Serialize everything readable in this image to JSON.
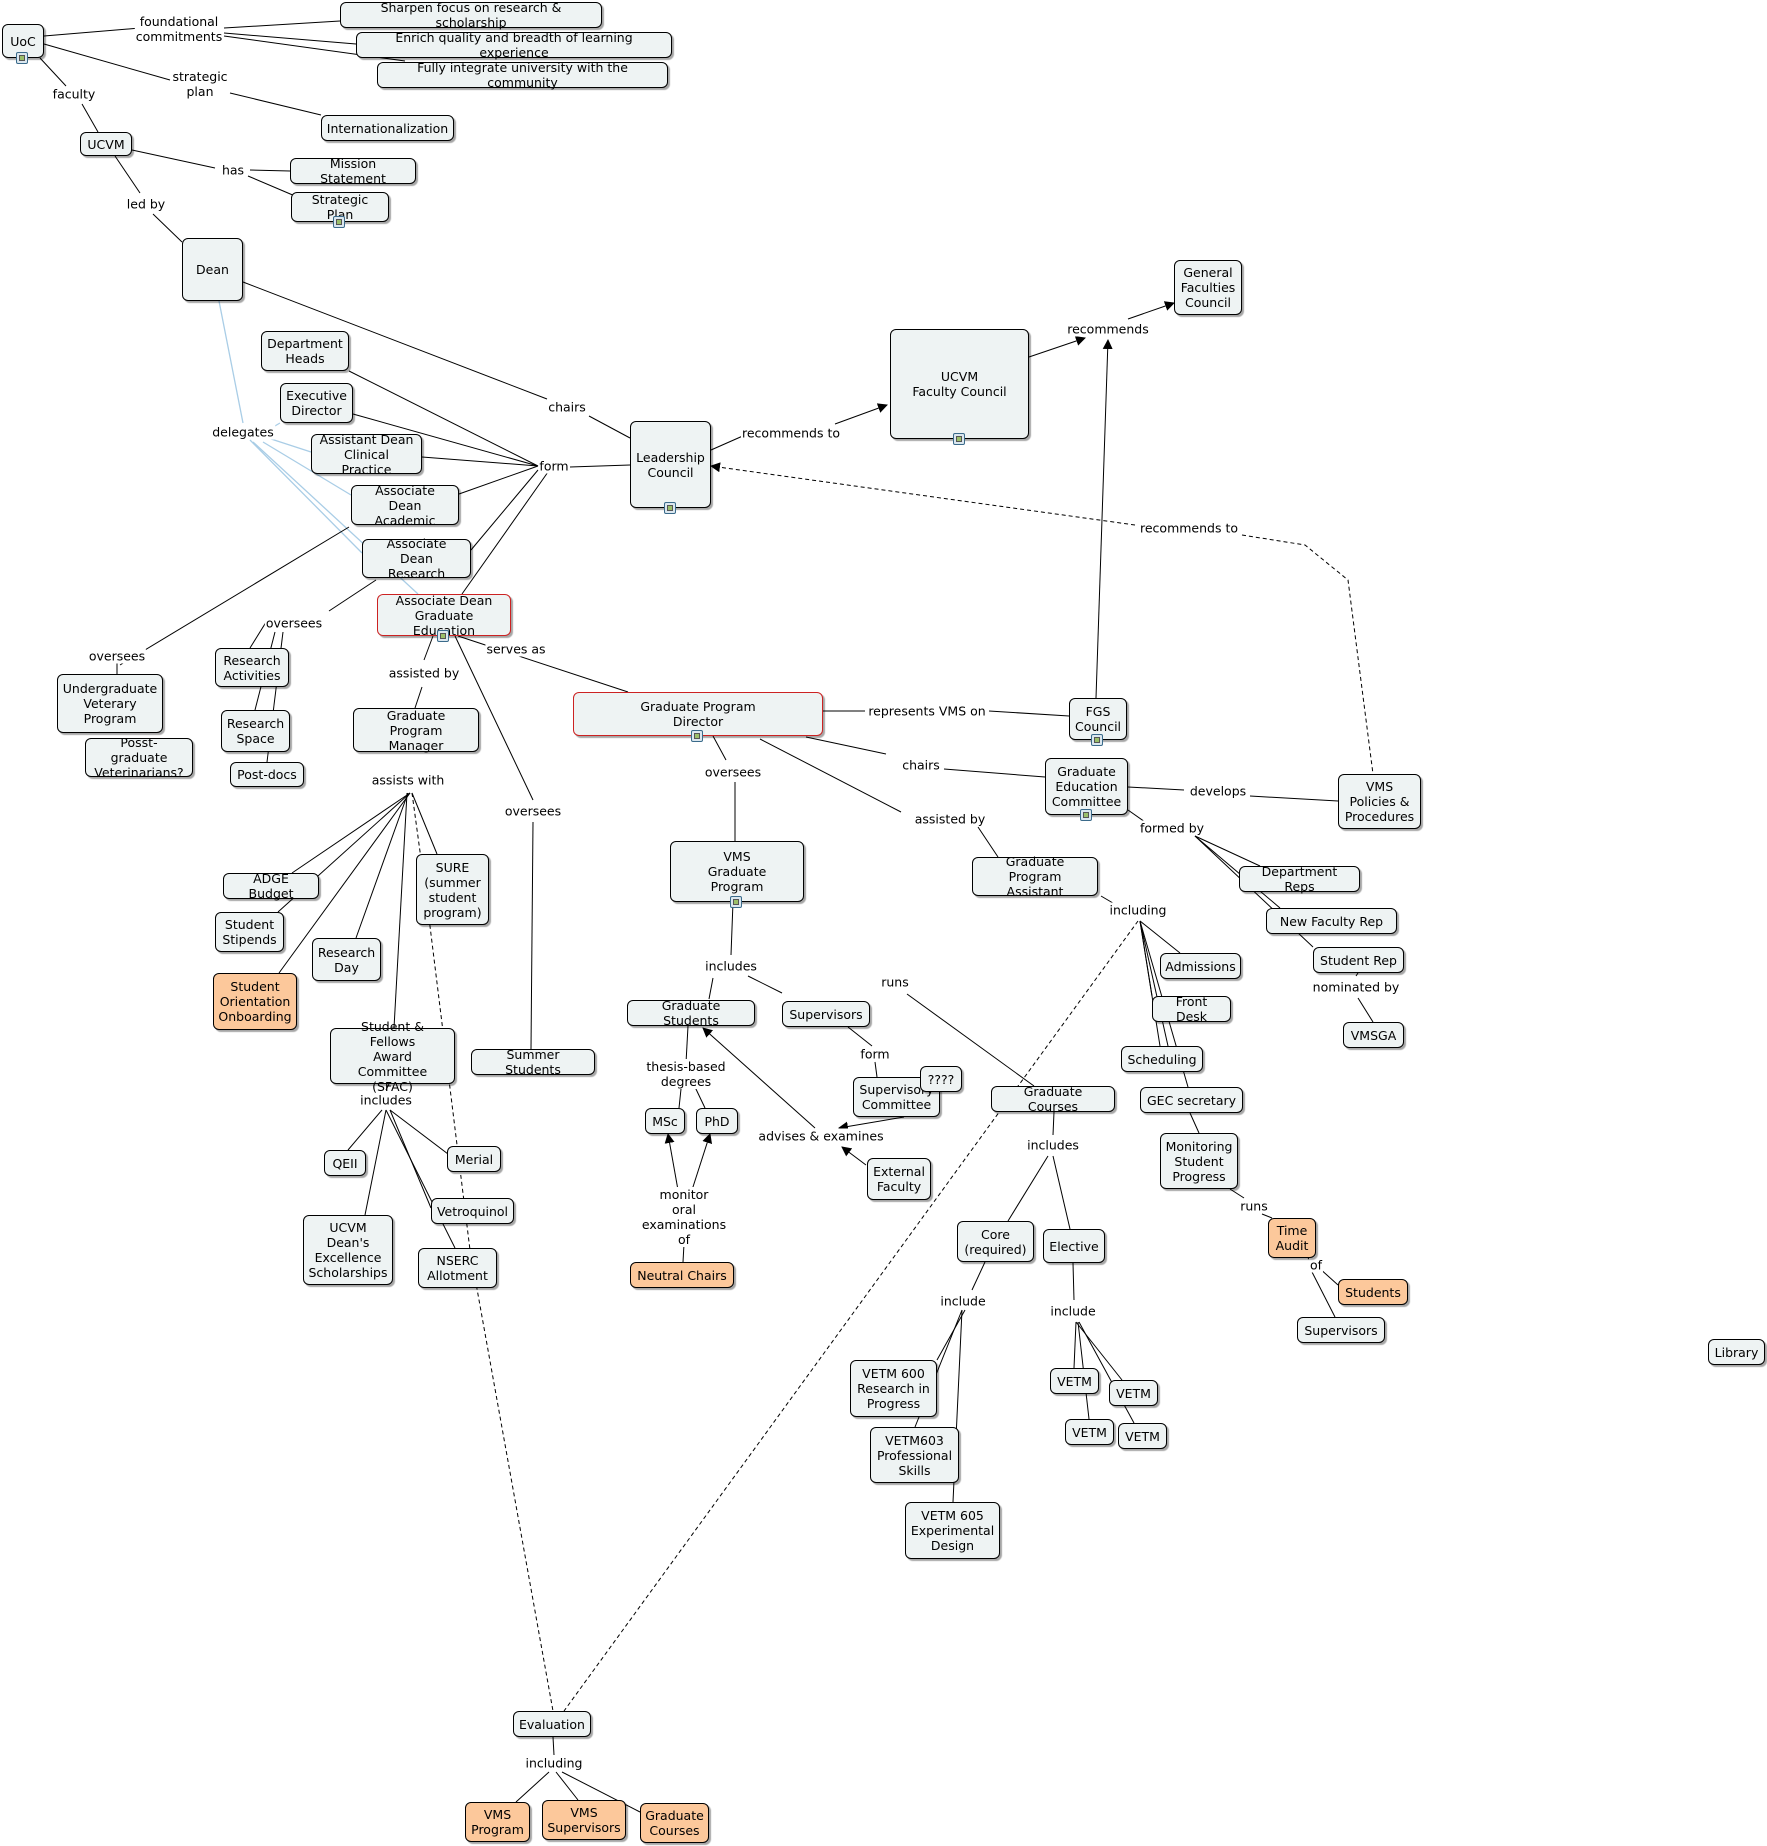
{
  "colors": {
    "node_fill": "#eef3f3",
    "highlight_fill": "#fcc89b",
    "highlight_border": "#cc2222",
    "delegate_link": "#a9cde6"
  },
  "icons": {
    "resource_badge": "linked-resource-icon"
  },
  "nodes": [
    {
      "id": "uoc",
      "text": "UoC",
      "badge": true
    },
    {
      "id": "sharpen",
      "text": "Sharpen focus on research & scholarship"
    },
    {
      "id": "enrich",
      "text": "Enrich quality and breadth of learning experience"
    },
    {
      "id": "integrate",
      "text": "Fully integrate university with the community"
    },
    {
      "id": "intl",
      "text": "Internationalization"
    },
    {
      "id": "ucvm",
      "text": "UCVM"
    },
    {
      "id": "mission",
      "text": "Mission Statement"
    },
    {
      "id": "strat",
      "text": "Strategic Plan",
      "badge": true
    },
    {
      "id": "dean",
      "text": "Dean"
    },
    {
      "id": "gfc",
      "text": "General\nFaculties\nCouncil"
    },
    {
      "id": "dh",
      "text": "Department\nHeads"
    },
    {
      "id": "exec",
      "text": "Executive\nDirector"
    },
    {
      "id": "adcp",
      "text": "Assistant Dean\nClinical Practice"
    },
    {
      "id": "ada",
      "text": "Associate Dean\nAcademic"
    },
    {
      "id": "adr",
      "text": "Associate Dean\nResearch"
    },
    {
      "id": "adge",
      "text": "Associate Dean\nGraduate Education",
      "red": true,
      "badge": true
    },
    {
      "id": "lc",
      "text": "Leadership\nCouncil",
      "badge": true
    },
    {
      "id": "fc",
      "text": "UCVM\nFaculty Council",
      "badge": true
    },
    {
      "id": "gpd",
      "text": "Graduate Program\nDirector",
      "red": true,
      "badge": true
    },
    {
      "id": "fgs",
      "text": "FGS\nCouncil",
      "badge": true
    },
    {
      "id": "gec",
      "text": "Graduate\nEducation\nCommittee",
      "badge": true
    },
    {
      "id": "vmspol",
      "text": "VMS\nPolicies &\nProcedures"
    },
    {
      "id": "uvp",
      "text": "Undergraduate\nVeterary\nProgram"
    },
    {
      "id": "posst",
      "text": "Posst-graduate\nVeterinarians?"
    },
    {
      "id": "ra",
      "text": "Research\nActivities"
    },
    {
      "id": "rs",
      "text": "Research\nSpace"
    },
    {
      "id": "pd",
      "text": "Post-docs"
    },
    {
      "id": "gpm",
      "text": "Graduate Program\nManager"
    },
    {
      "id": "adgeb",
      "text": "ADGE Budget"
    },
    {
      "id": "sstip",
      "text": "Student\nStipends"
    },
    {
      "id": "soo",
      "text": "Student\nOrientation\nOnboarding",
      "orange": true
    },
    {
      "id": "rday",
      "text": "Research\nDay"
    },
    {
      "id": "sure",
      "text": "SURE\n(summer\nstudent\nprogram)"
    },
    {
      "id": "sfac",
      "text": "Student & Fellows\nAward Committee\n(SFAC)"
    },
    {
      "id": "qeii",
      "text": "QEII"
    },
    {
      "id": "merial",
      "text": "Merial"
    },
    {
      "id": "vetro",
      "text": "Vetroquinol"
    },
    {
      "id": "ucvmdes",
      "text": "UCVM\nDean's\nExcellence\nScholarships"
    },
    {
      "id": "nserc",
      "text": "NSERC\nAllotment"
    },
    {
      "id": "summer",
      "text": "Summer Students"
    },
    {
      "id": "vmsgp",
      "text": "VMS\nGraduate\nProgram",
      "badge": true
    },
    {
      "id": "gpa",
      "text": "Graduate Program\nAssistant"
    },
    {
      "id": "gs",
      "text": "Graduate Students"
    },
    {
      "id": "sup",
      "text": "Supervisors"
    },
    {
      "id": "msc",
      "text": "MSc"
    },
    {
      "id": "phd",
      "text": "PhD"
    },
    {
      "id": "supc",
      "text": "Supervisory\nCommittee"
    },
    {
      "id": "qq",
      "text": "????"
    },
    {
      "id": "ext",
      "text": "External\nFaculty"
    },
    {
      "id": "neutral",
      "text": "Neutral Chairs",
      "orange": true
    },
    {
      "id": "gcourses",
      "text": "Graduate Courses"
    },
    {
      "id": "core",
      "text": "Core\n(required)"
    },
    {
      "id": "elective",
      "text": "Elective"
    },
    {
      "id": "vetm600",
      "text": "VETM 600\nResearch in\nProgress"
    },
    {
      "id": "vetm603",
      "text": "VETM603\nProfessional\nSkills"
    },
    {
      "id": "vetm605",
      "text": "VETM 605\nExperimental\nDesign"
    },
    {
      "id": "vetm1",
      "text": "VETM"
    },
    {
      "id": "vetm2",
      "text": "VETM"
    },
    {
      "id": "vetm3",
      "text": "VETM"
    },
    {
      "id": "vetm4",
      "text": "VETM"
    },
    {
      "id": "deptreps",
      "text": "Department Reps"
    },
    {
      "id": "nfr",
      "text": "New Faculty Rep"
    },
    {
      "id": "srep",
      "text": "Student Rep"
    },
    {
      "id": "vmsga",
      "text": "VMSGA"
    },
    {
      "id": "adm",
      "text": "Admissions"
    },
    {
      "id": "fdesk",
      "text": "Front Desk"
    },
    {
      "id": "sched",
      "text": "Scheduling"
    },
    {
      "id": "gecsec",
      "text": "GEC secretary"
    },
    {
      "id": "msp",
      "text": "Monitoring\nStudent\nProgress"
    },
    {
      "id": "taudit",
      "text": "Time\nAudit",
      "orange": true
    },
    {
      "id": "students",
      "text": "Students",
      "orange": true
    },
    {
      "id": "supv2",
      "text": "Supervisors"
    },
    {
      "id": "library",
      "text": "Library"
    },
    {
      "id": "eval",
      "text": "Evaluation"
    },
    {
      "id": "vmsprog",
      "text": "VMS\nProgram",
      "orange": true
    },
    {
      "id": "vmssup",
      "text": "VMS\nSupervisors",
      "orange": true
    },
    {
      "id": "gcourses2",
      "text": "Graduate\nCourses",
      "orange": true
    }
  ],
  "link_labels": [
    {
      "id": "l_found",
      "text": "foundational\ncommitments"
    },
    {
      "id": "l_strat",
      "text": "strategic\nplan"
    },
    {
      "id": "l_faculty",
      "text": "faculty"
    },
    {
      "id": "l_has",
      "text": "has"
    },
    {
      "id": "l_ledby",
      "text": "led by"
    },
    {
      "id": "l_chairs1",
      "text": "chairs"
    },
    {
      "id": "l_delegates",
      "text": "delegates"
    },
    {
      "id": "l_form1",
      "text": "form"
    },
    {
      "id": "l_recto1",
      "text": "recommends to"
    },
    {
      "id": "l_recommends",
      "text": "recommends"
    },
    {
      "id": "l_recto2",
      "text": "recommends to"
    },
    {
      "id": "l_oversees1",
      "text": "oversees"
    },
    {
      "id": "l_oversees2",
      "text": "oversees"
    },
    {
      "id": "l_servesas",
      "text": "serves as"
    },
    {
      "id": "l_assisted1",
      "text": "assisted by"
    },
    {
      "id": "l_repvms",
      "text": "represents VMS on"
    },
    {
      "id": "l_chairs2",
      "text": "chairs"
    },
    {
      "id": "l_develops",
      "text": "develops"
    },
    {
      "id": "l_oversees3",
      "text": "oversees"
    },
    {
      "id": "l_assisted2",
      "text": "assisted by"
    },
    {
      "id": "l_formedby",
      "text": "formed by"
    },
    {
      "id": "l_assistswith",
      "text": "assists with"
    },
    {
      "id": "l_oversees4",
      "text": "oversees"
    },
    {
      "id": "l_including1",
      "text": "including"
    },
    {
      "id": "l_includes1",
      "text": "includes"
    },
    {
      "id": "l_runs1",
      "text": "runs"
    },
    {
      "id": "l_form2",
      "text": "form"
    },
    {
      "id": "l_thesis",
      "text": "thesis-based\ndegrees"
    },
    {
      "id": "l_advises",
      "text": "advises & examines"
    },
    {
      "id": "l_monitor",
      "text": "monitor\noral\nexaminations\nof"
    },
    {
      "id": "l_includes2",
      "text": "includes"
    },
    {
      "id": "l_includes3",
      "text": "includes"
    },
    {
      "id": "l_include1",
      "text": "include"
    },
    {
      "id": "l_include2",
      "text": "include"
    },
    {
      "id": "l_nominated",
      "text": "nominated by"
    },
    {
      "id": "l_runs2",
      "text": "runs"
    },
    {
      "id": "l_of",
      "text": "of"
    },
    {
      "id": "l_including2",
      "text": "including"
    }
  ]
}
